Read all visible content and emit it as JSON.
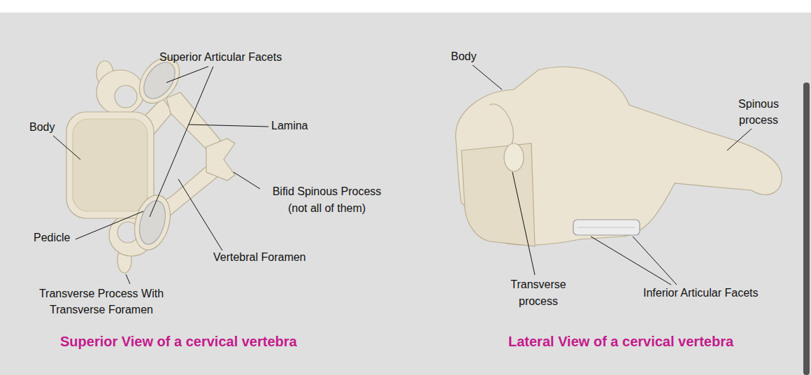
{
  "diagram": {
    "labels": [
      "Superior Articular Facets",
      "Body",
      "Lamina",
      "Bifid Spinous Process (not all of them)",
      "Pedicle",
      "Vertebral Foramen",
      "Transverse Process With Transverse Foramen",
      "Superior View of a cervical vertebra",
      "Body",
      "Spinous process",
      "Transverse process",
      "Inferior Articular Facets",
      "Lateral View of a cervical vertebra"
    ]
  }
}
